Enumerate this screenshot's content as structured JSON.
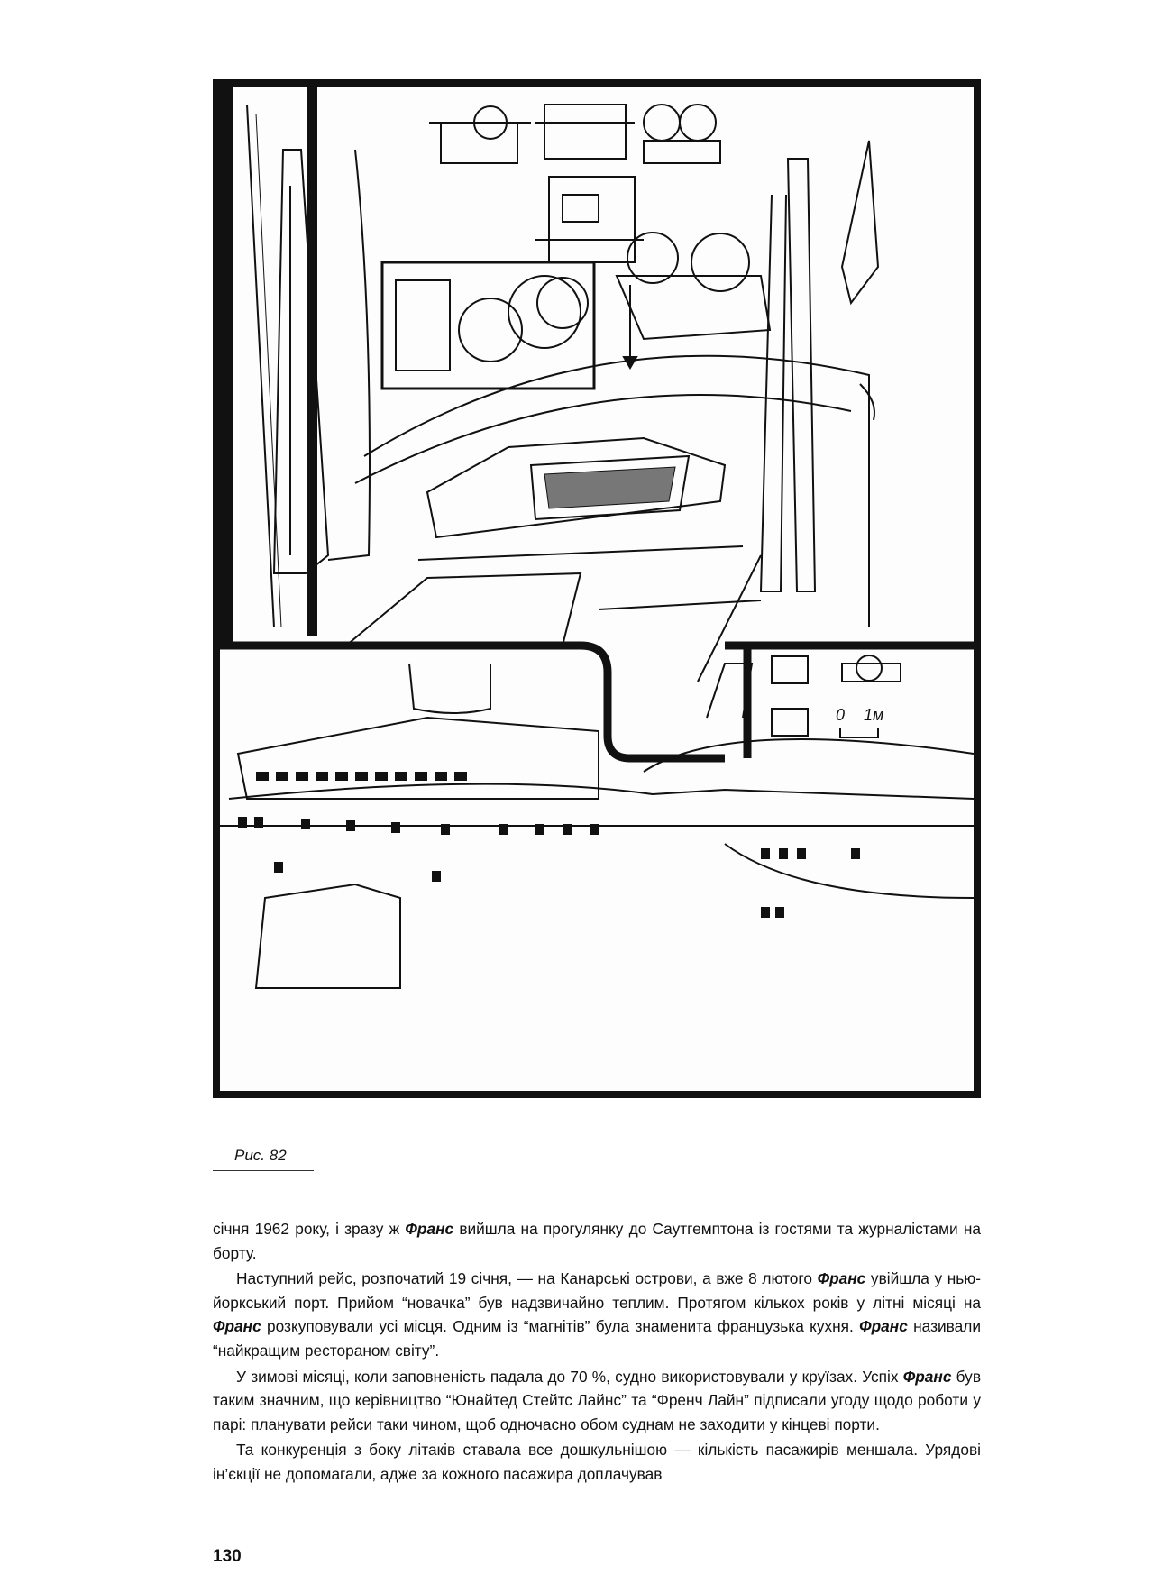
{
  "figure": {
    "caption": "Рис. 82",
    "scale_label_0": "0",
    "scale_label_1": "1м"
  },
  "paragraphs": [
    {
      "segments": [
        {
          "text": "січня 1962 року, і зразу ж "
        },
        {
          "text": "Франс",
          "emphasis": true
        },
        {
          "text": " вийшла на прогулянку до Саутгемптона із гостями та журналістами на борту."
        }
      ]
    },
    {
      "segments": [
        {
          "text": "Наступний рейс, розпочатий 19 січня, — на Канарські острови, а вже 8 лютого "
        },
        {
          "text": "Франс",
          "emphasis": true
        },
        {
          "text": " увійшла у нью-йоркський порт. Прийом “новачка” був надзвичайно теплим. Протягом кількох років у літні місяці на "
        },
        {
          "text": "Франс",
          "emphasis": true
        },
        {
          "text": " розкуповували усі місця. Одним із “магнітів” була знаменита французька кухня. "
        },
        {
          "text": "Франс",
          "emphasis": true
        },
        {
          "text": " називали “найкращим рестораном світу”."
        }
      ]
    },
    {
      "segments": [
        {
          "text": "У зимові місяці, коли заповненість падала до 70 %, судно використовували у круїзах. Успіх "
        },
        {
          "text": "Франс",
          "emphasis": true
        },
        {
          "text": " був таким значним, що керівництво “Юнайтед Стейтс Лайнс” та “Френч Лайн” підписали угоду щодо роботи у парі: планувати рейси таки чином, щоб одночасно обом суднам не заходити у кінцеві порти."
        }
      ]
    },
    {
      "segments": [
        {
          "text": "Та конкуренція з боку літаків ставала все дошкульнішою — кількість пасажирів меншала. Урядові ін’єкції не допомагали, адже за кожного пасажира доплачував"
        }
      ]
    }
  ],
  "page_number": "130"
}
